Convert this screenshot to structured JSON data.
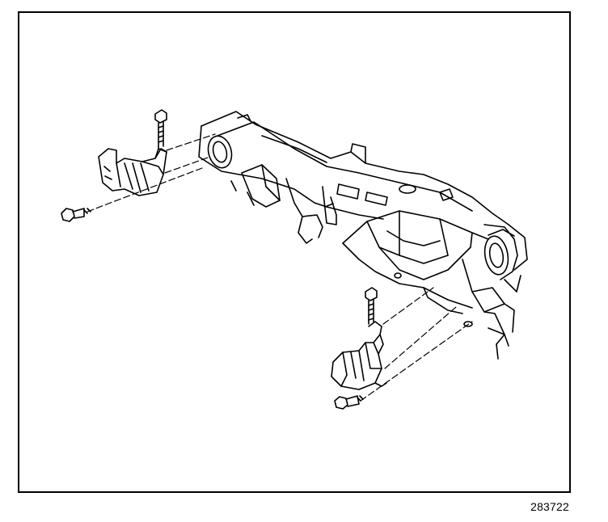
{
  "figure": {
    "number": "283722",
    "line_color": "#000000",
    "background_color": "#ffffff"
  },
  "parts": [
    {
      "name": "front-crossmember"
    },
    {
      "name": "left-mount-bracket"
    },
    {
      "name": "right-mount-bracket"
    },
    {
      "name": "bolt"
    }
  ]
}
